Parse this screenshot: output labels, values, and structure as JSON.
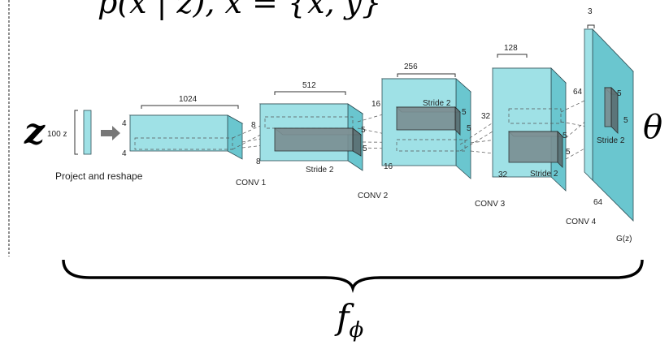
{
  "top_formula": "p(x | z), x = {x, y}",
  "z_symbol": "z",
  "theta_symbol": "θ",
  "phi_label": "f",
  "phi_sub": "ϕ",
  "input": {
    "dim_label": "100 z",
    "caption": "Project and reshape"
  },
  "layers": [
    {
      "id": "proj",
      "channels": "1024",
      "size_a": "4",
      "size_b": "4",
      "caption": ""
    },
    {
      "id": "conv1",
      "channels": "512",
      "size_a": "8",
      "size_b": "8",
      "kernel_a": "5",
      "kernel_b": "5",
      "stride": "Stride 2",
      "caption": "CONV 1"
    },
    {
      "id": "conv2",
      "channels": "256",
      "size_a": "16",
      "size_b": "16",
      "kernel_a": "5",
      "kernel_b": "5",
      "stride": "Stride 2",
      "caption": "CONV 2"
    },
    {
      "id": "conv3",
      "channels": "128",
      "size_a": "32",
      "size_b": "32",
      "kernel_a": "5",
      "kernel_b": "5",
      "stride": "Stride 2",
      "caption": "CONV 3"
    },
    {
      "id": "conv4",
      "channels": "3",
      "size_a": "64",
      "size_b": "64",
      "kernel_a": "5",
      "kernel_b": "5",
      "stride": "Stride 2",
      "caption": "CONV 4"
    }
  ],
  "output_label": "G(z)"
}
